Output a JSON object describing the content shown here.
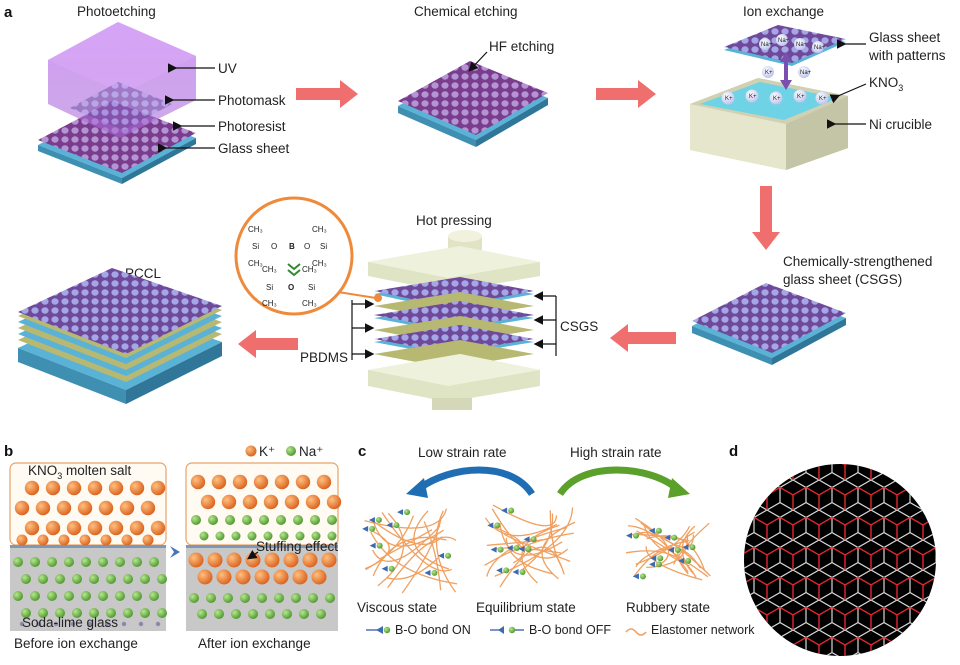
{
  "panels": {
    "a": "a",
    "b": "b",
    "c": "c",
    "d": "d"
  },
  "panel_a": {
    "photoetching": {
      "title": "Photoetching",
      "uv": "UV",
      "photomask": "Photomask",
      "photoresist": "Photoresist",
      "glass_sheet": "Glass sheet"
    },
    "chemical_etching": {
      "title": "Chemical etching",
      "hf": "HF etching"
    },
    "ion_exchange": {
      "title": "Ion exchange",
      "glass_line1": "Glass sheet",
      "glass_line2": "with patterns",
      "kno3": "KNO",
      "kno3_sub": "3",
      "crucible": "Ni crucible",
      "k_ion": "K+",
      "na_ion": "Na+"
    },
    "csgs": {
      "line1": "Chemically-strengthened",
      "line2": "glass sheet (CSGS)"
    },
    "hot_pressing": {
      "title": "Hot pressing",
      "csgs": "CSGS",
      "pbdms": "PBDMS"
    },
    "pccl": "PCCL",
    "chem": {
      "ch3": "CH₃",
      "si": "Si",
      "o": "O",
      "b": "B"
    }
  },
  "panel_b": {
    "legend_k": "K⁺",
    "legend_na": "Na⁺",
    "molten_salt": "KNO",
    "molten_salt_sub": "3",
    "molten_salt_rest": " molten salt",
    "glass": "Soda-lime glass",
    "before": "Before ion exchange",
    "after": "After ion exchange",
    "stuffing": "Stuffing effect"
  },
  "panel_c": {
    "low": "Low strain rate",
    "high": "High strain rate",
    "states": [
      "Viscous state",
      "Equilibrium state",
      "Rubbery state"
    ],
    "legend": [
      "B-O bond ON",
      "B-O bond OFF",
      "Elastomer network"
    ]
  },
  "colors": {
    "glass": "#5ab3d6",
    "pattern": "#7a3c8c",
    "film": "#8e5a9e",
    "k_ion": "#e57a2a",
    "na_ion": "#6db346",
    "arrow": "#ef6e6e",
    "plate": "#e8ecd2",
    "crucible": "#dcdcc0",
    "elastomer": "#f0a060"
  }
}
